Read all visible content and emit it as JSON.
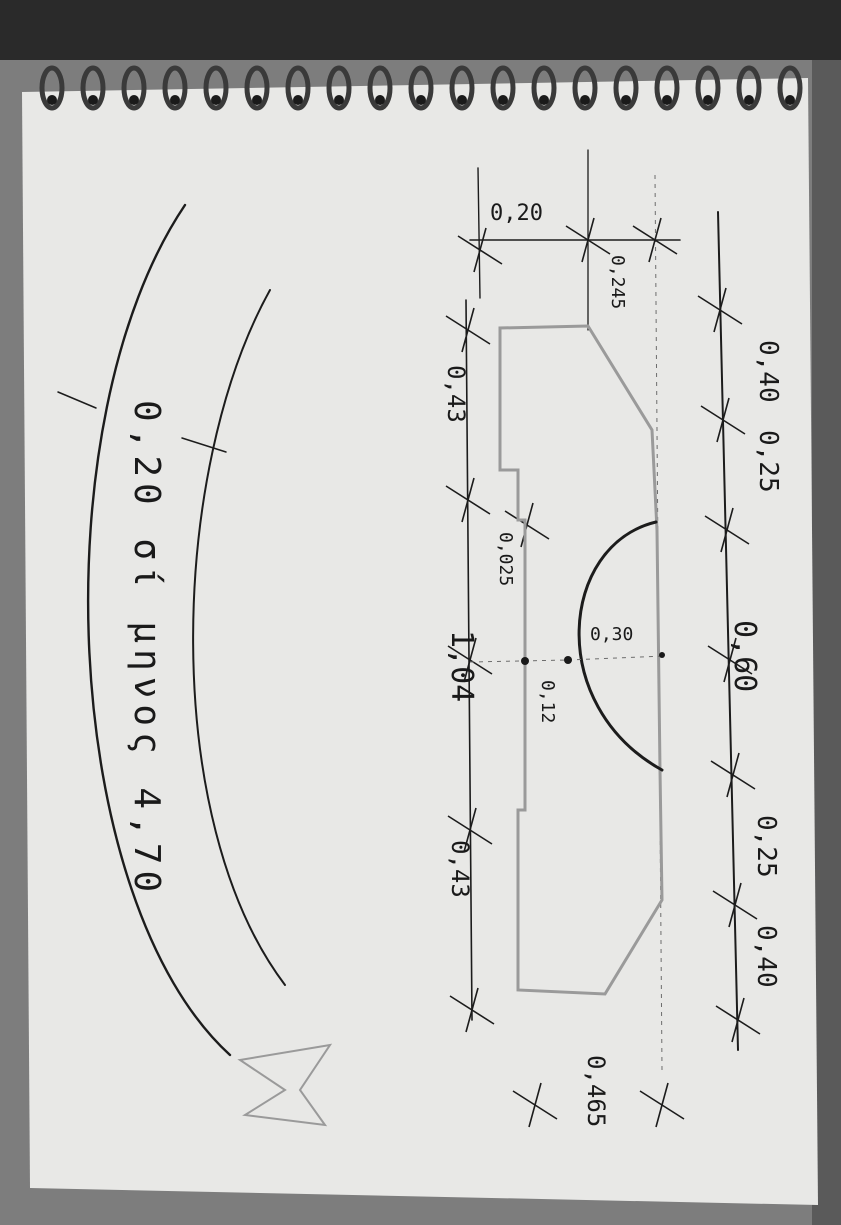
{
  "photo": {
    "subject": "spiral sketchbook page with hand-drawn dimensioned profile",
    "paper_color": "#e9e9e7",
    "ink_color": "#1a1a1a",
    "pencil_color": "#9a9a9a"
  },
  "labels": {
    "top_offset": "0,20",
    "top_depth": "0,245",
    "left_0": "0,40",
    "left_1": "0,25",
    "center_span": "0,60",
    "right_1": "0,25",
    "right_0": "0,40",
    "inner_left": "0,43",
    "step": "0,025",
    "radius": "0,30",
    "arc_offset": "0,12",
    "inner_center": "1,04",
    "inner_right": "0,43",
    "bottom_depth": "0,465",
    "note": "0,20 σί μηνος 4,70"
  }
}
